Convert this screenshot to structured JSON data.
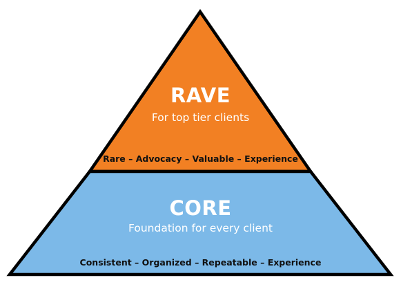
{
  "pyramid": {
    "top_tier": {
      "title": "RAVE",
      "subtitle": "For top tier clients",
      "acronym": "Rare – Advocacy – Valuable – Experience",
      "color": "#F28023"
    },
    "base_tier": {
      "title": "CORE",
      "subtitle": "Foundation for every client",
      "acronym": "Consistent – Organized – Repeatable – Experience",
      "color": "#7CB9E8"
    },
    "outline_color": "#000000"
  }
}
